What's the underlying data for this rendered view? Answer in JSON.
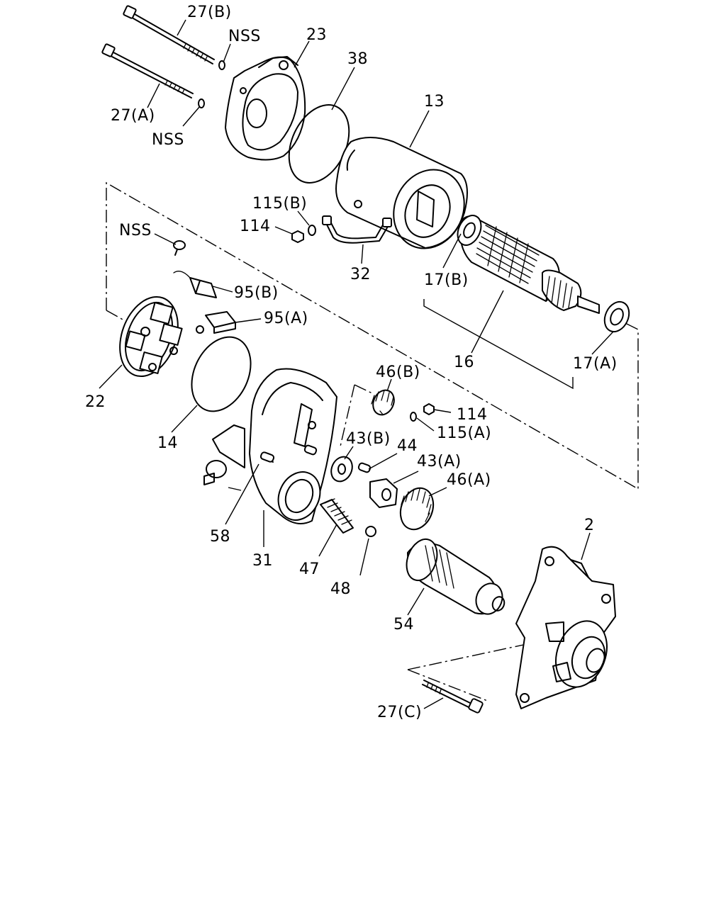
{
  "diagram": {
    "labels": {
      "p27b": "27(B)",
      "nss1": "NSS",
      "p23": "23",
      "p38": "38",
      "p13": "13",
      "p27a": "27(A)",
      "nss2": "NSS",
      "p115b": "115(B)",
      "p114a": "114",
      "nss3": "NSS",
      "p32": "32",
      "p17b": "17(B)",
      "p95b": "95(B)",
      "p95a": "95(A)",
      "p16": "16",
      "p17a": "17(A)",
      "p22": "22",
      "p46b": "46(B)",
      "p114b": "114",
      "p115a": "115(A)",
      "p14": "14",
      "p43b": "43(B)",
      "p44": "44",
      "p43a": "43(A)",
      "p46a": "46(A)",
      "p58": "58",
      "p31": "31",
      "p47": "47",
      "p48": "48",
      "p2": "2",
      "p54": "54",
      "p27c": "27(C)"
    }
  }
}
